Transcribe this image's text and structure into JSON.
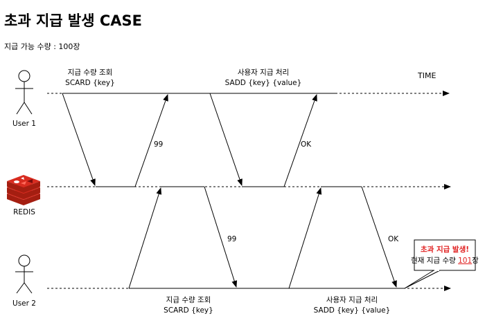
{
  "header": {
    "title": "초과 지급 발생 CASE",
    "subtitle": "지급 가능 수량 : 100장"
  },
  "timeline_label": "TIME",
  "actors": {
    "user1": "User 1",
    "redis": "REDIS",
    "user2": "User 2"
  },
  "top_labels": {
    "scard_line1": "지급 수량 조회",
    "scard_line2": "SCARD {key}",
    "sadd_line1": "사용자 지급 처리",
    "sadd_line2": "SADD {key} {value}"
  },
  "bottom_labels": {
    "scard_line1": "지급 수량 조회",
    "scard_line2": "SCARD {key}",
    "sadd_line1": "사용자 지급 처리",
    "sadd_line2": "SADD {key} {value}"
  },
  "responses": {
    "user1_scard": "99",
    "user1_sadd": "OK",
    "user2_scard": "99",
    "user2_sadd": "OK"
  },
  "callout": {
    "line1": "초과 지급 발생!",
    "line2_prefix": "현재 지급 수량 ",
    "line2_value": "101",
    "line2_suffix": "장"
  },
  "colors": {
    "alert": "#e02020",
    "redis_dark": "#a41e11",
    "redis_mid": "#d82c20",
    "redis_light": "#ff6b5b"
  }
}
